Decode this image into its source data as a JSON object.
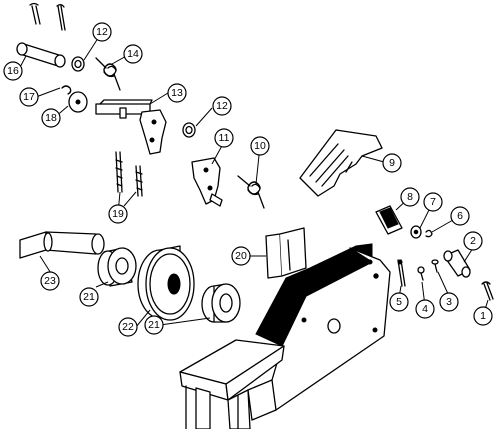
{
  "callouts": [
    {
      "label": "1"
    },
    {
      "label": "2"
    },
    {
      "label": "3"
    },
    {
      "label": "4"
    },
    {
      "label": "5"
    },
    {
      "label": "6"
    },
    {
      "label": "7"
    },
    {
      "label": "8"
    },
    {
      "label": "9"
    },
    {
      "label": "10"
    },
    {
      "label": "11"
    },
    {
      "label": "12"
    },
    {
      "label": "12"
    },
    {
      "label": "13"
    },
    {
      "label": "14"
    },
    {
      "label": "16"
    },
    {
      "label": "17"
    },
    {
      "label": "18"
    },
    {
      "label": "19"
    },
    {
      "label": "20"
    },
    {
      "label": "21"
    },
    {
      "label": "21"
    },
    {
      "label": "22"
    },
    {
      "label": "23"
    }
  ]
}
